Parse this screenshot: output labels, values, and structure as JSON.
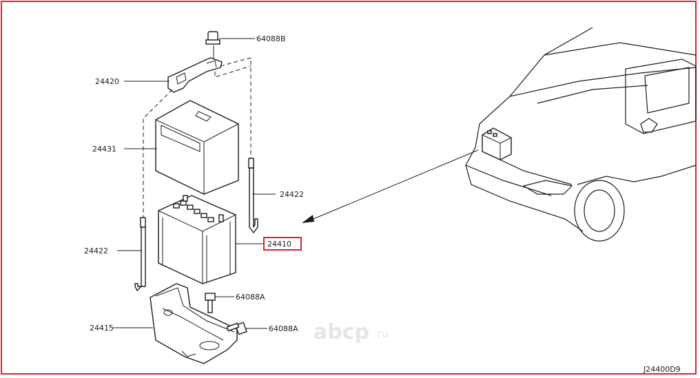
{
  "diagram": {
    "labels": {
      "nut_top": "64088B",
      "bracket": "24420",
      "cover": "24431",
      "rod_right": "24422",
      "battery": "24410",
      "rod_left": "24422",
      "bolt_a1": "64088A",
      "tray": "24415",
      "bolt_a2": "64088A"
    },
    "diagram_code": "J24400D9",
    "highlighted_part": "24410",
    "highlight_color": "#e0202a"
  },
  "watermark": {
    "brand": "abcp",
    "suffix": ".ru"
  }
}
